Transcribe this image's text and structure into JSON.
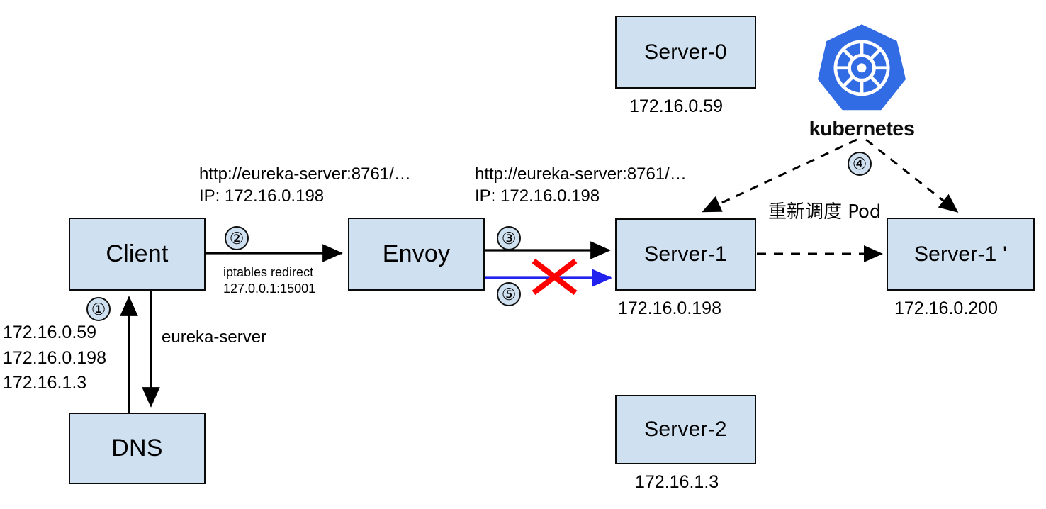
{
  "diagram": {
    "title": "Envoy / Kubernetes service discovery failure diagram",
    "colors": {
      "node_fill": "#cfe0f0",
      "node_stroke": "#0a0a0a",
      "badge_fill": "#cfe0f0",
      "k8s_blue": "#326ce5",
      "error_red": "#ff0000",
      "blocked_flow_blue": "#2222ee",
      "normal_flow": "#000000"
    },
    "nodes": [
      {
        "id": "client",
        "label": "Client"
      },
      {
        "id": "dns",
        "label": "DNS"
      },
      {
        "id": "envoy",
        "label": "Envoy"
      },
      {
        "id": "server0",
        "label": "Server-0",
        "ip": "172.16.0.59"
      },
      {
        "id": "server1",
        "label": "Server-1",
        "ip": "172.16.0.198"
      },
      {
        "id": "server1p",
        "label": "Server-1 '",
        "ip": "172.16.0.200"
      },
      {
        "id": "server2",
        "label": "Server-2",
        "ip": "172.16.1.3"
      }
    ],
    "k8s": {
      "name": "kubernetes",
      "icon": "kubernetes-helm-logo"
    },
    "steps": [
      {
        "number": "①",
        "n": 1,
        "meaning": "DNS lookup of eureka-server from Client"
      },
      {
        "number": "②",
        "n": 2,
        "meaning": "Client request intercepted by iptables redirect into Envoy"
      },
      {
        "number": "③",
        "n": 3,
        "meaning": "Envoy forwards request to Server-1"
      },
      {
        "number": "④",
        "n": 4,
        "meaning": "Kubernetes reschedules Pod"
      },
      {
        "number": "⑤",
        "n": 5,
        "meaning": "Stale route to old Server-1 IP fails"
      }
    ],
    "labels": {
      "dns_resolved_ips": "172.16.0.59\n172.16.0.198\n172.16.1.3",
      "dns_resolved_ip_lines": [
        "172.16.0.59",
        "172.16.0.198",
        "172.16.1.3"
      ],
      "dns_query_name": "eureka-server",
      "iptables_line1": "iptables redirect",
      "iptables_line2": "127.0.0.1:15001",
      "client_request_url": "http://eureka-server:8761/…",
      "client_request_ip": "IP: 172.16.0.198",
      "envoy_request_url": "http://eureka-server:8761/…",
      "envoy_request_ip": "IP: 172.16.0.198",
      "reschedule_pod": "重新调度 Pod"
    }
  }
}
